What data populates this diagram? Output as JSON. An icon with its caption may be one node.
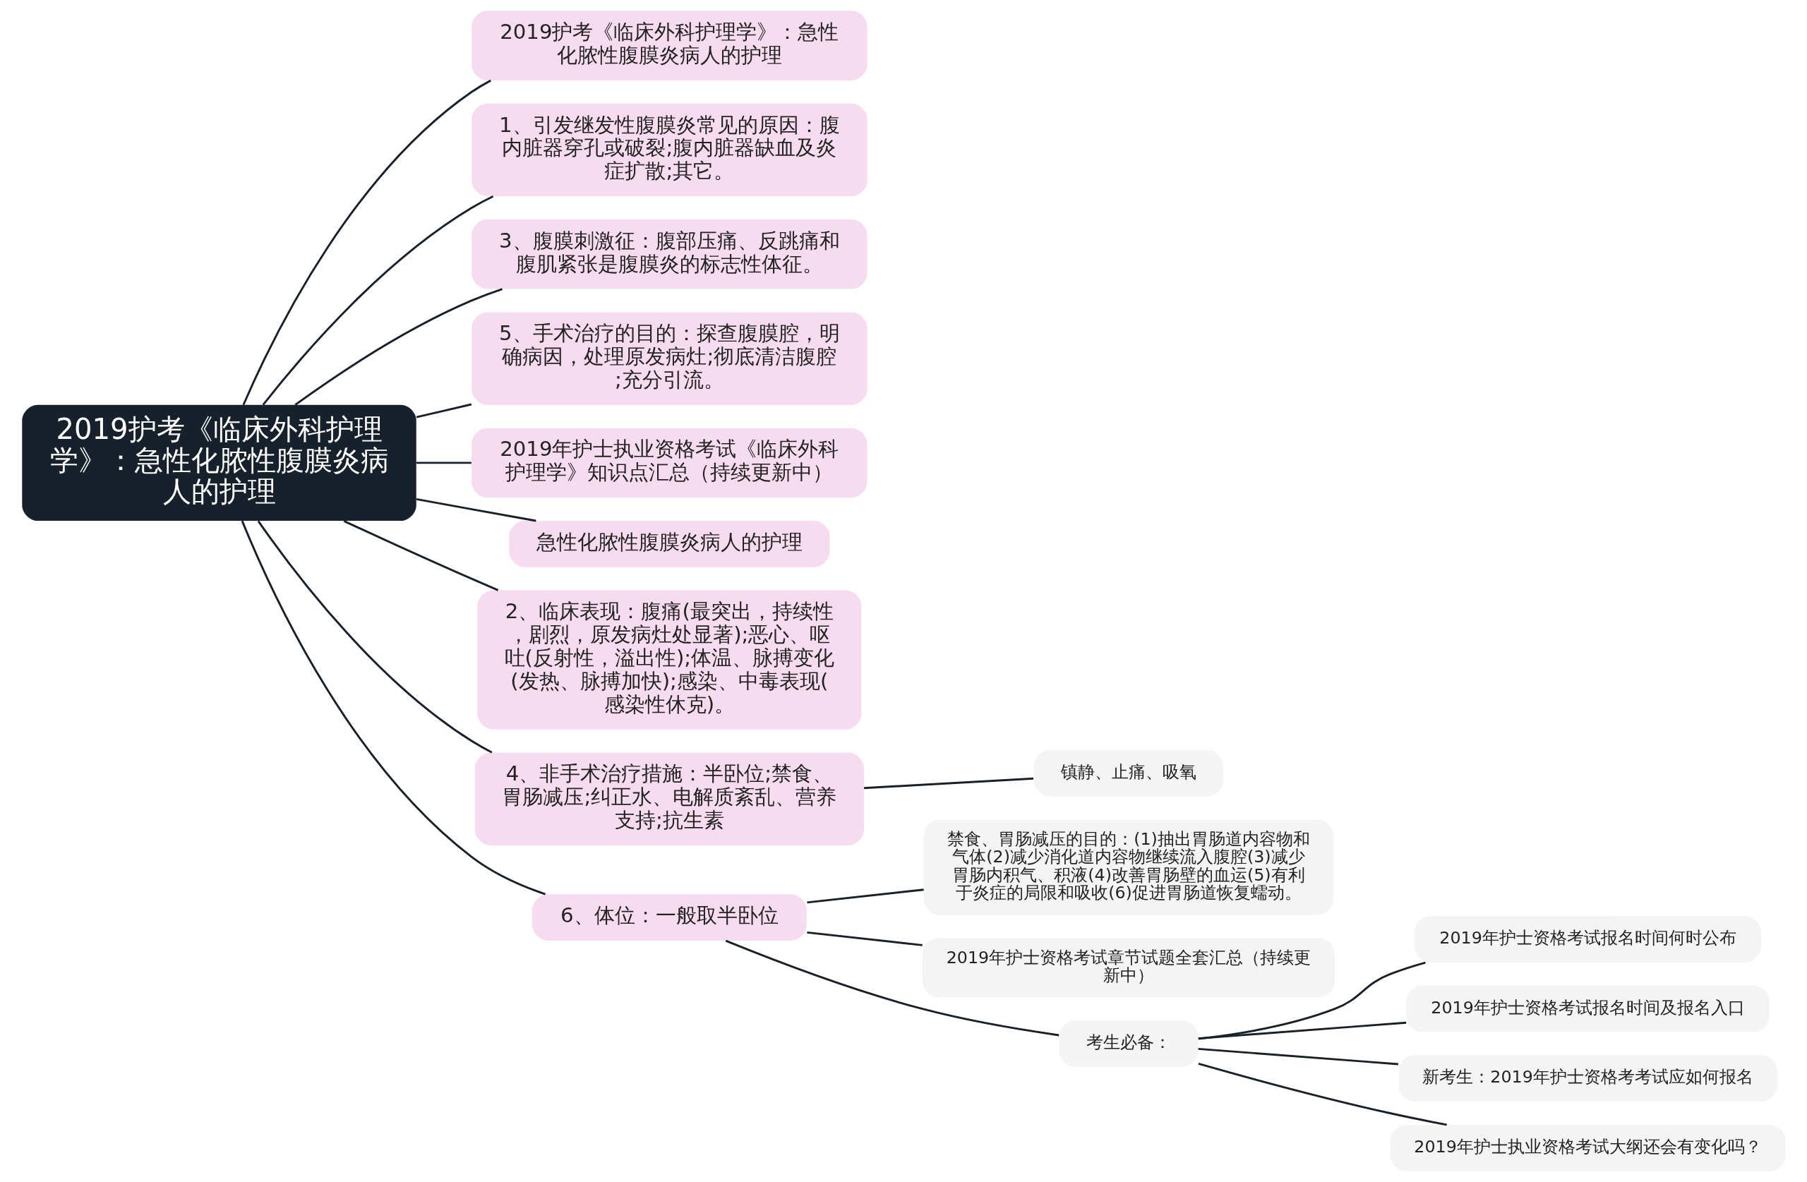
{
  "diagram": {
    "nodes": [
      {
        "text": [
          "2019护考《临床外科护理学》：急性化脓性腹膜炎病人的护理"
        ]
      },
      {
        "text": [
          "2019护考《临床外科护理学》：急性化脓性腹膜炎病人的护理"
        ]
      },
      {
        "text": [
          "1、引发继发性腹膜炎常见的原因：腹内脏器穿孔或破裂;腹内脏器缺血及炎症扩散;其它。"
        ]
      },
      {
        "text": [
          "3、腹膜刺激征：腹部压痛、反跳痛和腹肌紧张是腹膜炎的标志性体征。"
        ]
      },
      {
        "text": [
          "5、手术治疗的目的：探查腹膜腔，明确病因，处理原发病灶;彻底清洁腹腔;充分引流。"
        ]
      },
      {
        "text": [
          "2019年护士执业资格考试《临床外科护理学》知识点汇总（持续更新中）"
        ]
      },
      {
        "text": [
          "急性化脓性腹膜炎病人的护理"
        ]
      },
      {
        "text": [
          "2、临床表现：腹痛(最突出，持续性，剧烈，原发病灶处显著);恶心、呕吐(反射性，溢出性);体温、脉搏变化(发热、脉搏加快);感染、中毒表现(感染性休克)。"
        ]
      },
      {
        "text": [
          "4、非手术治疗措施：半卧位;禁食、胃肠减压;纠正水、电解质紊乱、营养支持;抗生素"
        ]
      },
      {
        "text": [
          "镇静、止痛、吸氧"
        ]
      },
      {
        "text": [
          "6、体位：一般取半卧位"
        ]
      },
      {
        "text": [
          "禁食、胃肠减压的目的：(1)抽出胃肠道内容物和气体(2)减少消化道内容物继续流入腹腔(3)减少胃肠内积气、积液(4)改善胃肠壁的血运(5)有利于炎症的局限和吸收(6)促进胃肠道恢复蠕动。"
        ]
      },
      {
        "text": [
          "2019年护士资格考试章节试题全套汇总（持续更新中）"
        ]
      },
      {
        "text": [
          "考生必备："
        ]
      },
      {
        "text": [
          "2019年护士资格考试报名时间何时公布"
        ]
      },
      {
        "text": [
          "2019年护士资格考试报名时间及报名入口"
        ]
      },
      {
        "text": [
          "新考生：2019年护士资格考考试应如何报名"
        ]
      },
      {
        "text": [
          "2019年护士执业资格考试大纲还会有变化吗？"
        ]
      }
    ],
    "edges": [
      {
        "from": 0,
        "to": 1,
        "arrow": "none"
      },
      {
        "from": 0,
        "to": 2,
        "arrow": "none"
      },
      {
        "from": 0,
        "to": 3,
        "arrow": "none"
      },
      {
        "from": 0,
        "to": 4,
        "arrow": "none"
      },
      {
        "from": 0,
        "to": 5,
        "arrow": "none"
      },
      {
        "from": 0,
        "to": 6,
        "arrow": "none"
      },
      {
        "from": 0,
        "to": 7,
        "arrow": "none"
      },
      {
        "from": 0,
        "to": 8,
        "arrow": "none"
      },
      {
        "from": 8,
        "to": 9,
        "arrow": "none"
      },
      {
        "from": 0,
        "to": 10,
        "arrow": "none"
      },
      {
        "from": 10,
        "to": 11,
        "arrow": "none"
      },
      {
        "from": 10,
        "to": 12,
        "arrow": "none"
      },
      {
        "from": 10,
        "to": 13,
        "arrow": "none"
      },
      {
        "from": 13,
        "to": 14,
        "arrow": "none"
      },
      {
        "from": 13,
        "to": 15,
        "arrow": "none"
      },
      {
        "from": 13,
        "to": 16,
        "arrow": "none"
      },
      {
        "from": 13,
        "to": 17,
        "arrow": "none"
      }
    ]
  }
}
